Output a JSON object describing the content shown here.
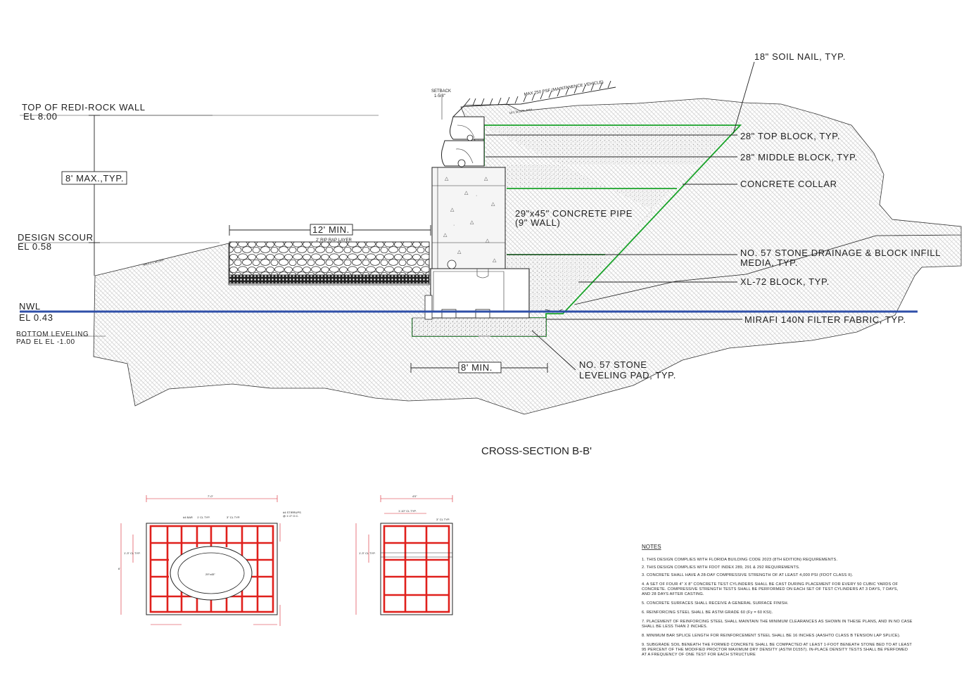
{
  "title": "CROSS-SECTION B-B'",
  "elevations": {
    "top_wall": "TOP OF REDI-ROCK WALL",
    "top_wall_el": "EL 8.00",
    "scour": "DESIGN SCOUR",
    "scour_el": "EL 0.58",
    "nwl": "NWL",
    "nwl_el": "EL 0.43",
    "bottom": "BOTTOM LEVELING",
    "bottom_el": "PAD EL EL -1.00"
  },
  "dims": {
    "wall_height": "8' MAX.,TYP.",
    "riprap_width": "12' MIN.",
    "pad_width": "8' MIN."
  },
  "small_labels": {
    "riprap": "2' RIP RAP LAYER",
    "slope_left": "MAX 2:1 SLOPE",
    "setback": "SETBACK",
    "setback_val": "1-5/8\"",
    "surcharge": "MAX 250 PSF (MAINTANENCE VEHICLE)",
    "slope_top": "10:1 SLOPE, MAX"
  },
  "callouts": {
    "soil_nail": "18\" SOIL NAIL, TYP.",
    "top_block": "28\" TOP BLOCK, TYP.",
    "middle_block": "28\" MIDDLE BLOCK, TYP.",
    "collar": "CONCRETE COLLAR",
    "pipe_1": "29\"x45\" CONCRETE PIPE",
    "pipe_2": "(9\" WALL)",
    "stone_1": "NO. 57 STONE DRAINAGE & BLOCK INFILL",
    "stone_2": "MEDIA, TYP.",
    "xl72": "XL-72 BLOCK, TYP.",
    "fabric": "MIRAFI 140N FILTER FABRIC, TYP.",
    "pad_1": "NO. 57 STONE",
    "pad_2": "LEVELING PAD, TYP."
  },
  "notes": {
    "heading": "NOTES",
    "items": [
      "1.  THIS DESIGN COMPLIES WITH FLORIDA BUILDING CODE 2023 (8TH EDITION) REQUIREMENTS.",
      "2.  THIS DESIGN COMPLIES WITH FDOT INDEX 289, 291 & 292 REQUIREMENTS.",
      "3.  CONCRETE SHALL HAVE A 28-DAY COMPRESSIVE STRENGTH OF AT LEAST 4,000 PSI (FDOT CLASS II).",
      "4.  A SET OF FOUR 4\" X 8\" CONCRETE TEST CYLINDERS SHALL BE CAST DURING PLACEMENT FOR EVERY 50 CUBIC YARDS OF",
      "     CONCRETE.  COMPRESSIVE STRENGTH TESTS SHALL BE PERFORMED ON EACH SET OF TEST CYLINDERS AT 3 DAYS, 7 DAYS,",
      "     AND 28 DAYS AFTER CASTING.",
      "5.  CONCRETE SURFACES SHALL RECEIVE A GENERAL SURFACE FINISH.",
      "6.  REINFORCING STEEL SHALL BE ASTM GRADE 60 (Fy = 60 KSI).",
      "7.  PLACEMENT OF REINFORCING STEEL SHALL MAINTAIN THE MINIMUM CLEARANCES AS SHOWN IN THESE PLANS, AND IN NO CASE",
      "     SHALL BE LESS THAN 2 INCHES.",
      "8.  MINIMUM BAR SPLICE LENGTH FOR REINFORCEMENT STEEL SHALL BE 16 INCHES (AASHTO CLASS B TENSION LAP SPLICE).",
      "9.  SUBGRADE SOIL BENEATH THE FORMED CONCRETE SHALL BE COMPACTED AT LEAST 1-FOOT BENEATH STONE BED TO AT LEAST",
      "     95 PERCENT OF THE MODIFIED PROCTOR MAXIMUM DRY DENSITY (ASTM D1557).  IN-PLACE DENSITY TESTS SHALL BE PERFOMED",
      "     AT A FREQUENCY OF ONE TEST FOR EACH STRUCTURE"
    ]
  },
  "collar_details": {
    "left": {
      "overall": "7'-0\"",
      "bar_label": "#4 BAR",
      "stirrups": "#4 STIRRUPS",
      "stirrup_spacing": "@ 1'-0\" O.C.",
      "clr": "3\" CL TYP.",
      "spacing": "1' CL TYP.",
      "pipe": "29\"x45\"",
      "height": "6'",
      "side_spacing": "1'-3\" CL TYP."
    },
    "right": {
      "overall": "4'0\"",
      "spacing_top": "1'-10\" CL TYP.",
      "clr": "3\" CL TYP.",
      "side_spacing": "1'-3\" CL TYP."
    }
  },
  "colors": {
    "linework": "#222222",
    "nwl": "#2f4fa8",
    "fabric": "#1aa32a",
    "rebar": "#e0201c",
    "hatch": "#b5b5b5"
  }
}
